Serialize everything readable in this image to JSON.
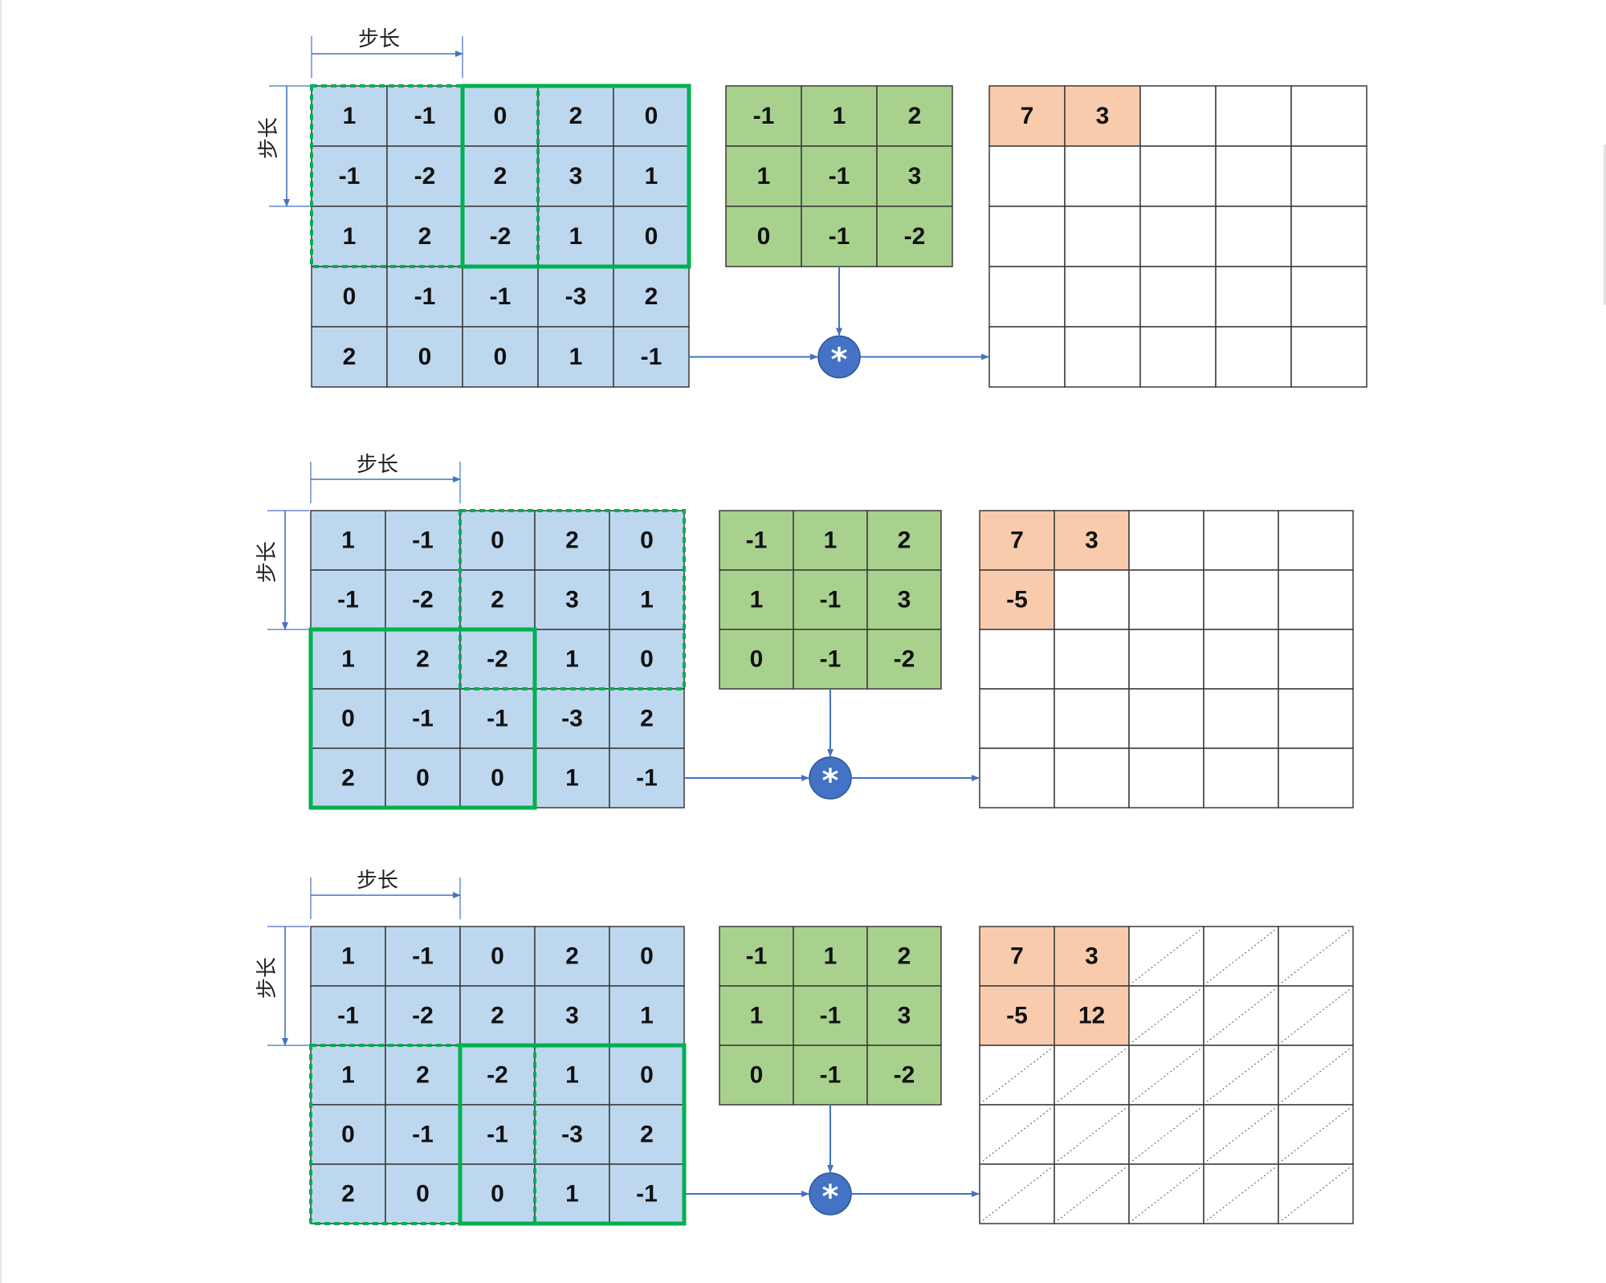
{
  "colors": {
    "input_fill": "#bdd7ee",
    "kernel_fill": "#a9d18e",
    "output_filled": "#f8cbad",
    "grid_line": "#3a3a3a",
    "window": "#00b050",
    "arrow": "#4472c4",
    "operator_fill": "#4472c4"
  },
  "operator_symbol": "*",
  "panels": [
    {
      "stride_label_h": "步长",
      "stride_label_v": "步长",
      "input": [
        [
          "1",
          "-1",
          "0",
          "2",
          "0"
        ],
        [
          "-1",
          "-2",
          "2",
          "3",
          "1"
        ],
        [
          "1",
          "2",
          "-2",
          "1",
          "0"
        ],
        [
          "0",
          "-1",
          "-1",
          "-3",
          "2"
        ],
        [
          "2",
          "0",
          "0",
          "1",
          "-1"
        ]
      ],
      "kernel": [
        [
          "-1",
          "1",
          "2"
        ],
        [
          "1",
          "-1",
          "3"
        ],
        [
          "0",
          "-1",
          "-2"
        ]
      ],
      "output": [
        [
          "7",
          "3",
          "",
          "",
          ""
        ],
        [
          "",
          "",
          "",
          "",
          ""
        ],
        [
          "",
          "",
          "",
          "",
          ""
        ],
        [
          "",
          "",
          "",
          "",
          ""
        ],
        [
          "",
          "",
          "",
          "",
          ""
        ]
      ],
      "filled_cells": [
        [
          0,
          0
        ],
        [
          0,
          1
        ]
      ],
      "windows": [
        {
          "style": "dashed",
          "row": 0,
          "col": 0
        },
        {
          "style": "solid",
          "row": 0,
          "col": 2
        }
      ],
      "hatched": false
    },
    {
      "stride_label_h": "步长",
      "stride_label_v": "步长",
      "input": [
        [
          "1",
          "-1",
          "0",
          "2",
          "0"
        ],
        [
          "-1",
          "-2",
          "2",
          "3",
          "1"
        ],
        [
          "1",
          "2",
          "-2",
          "1",
          "0"
        ],
        [
          "0",
          "-1",
          "-1",
          "-3",
          "2"
        ],
        [
          "2",
          "0",
          "0",
          "1",
          "-1"
        ]
      ],
      "kernel": [
        [
          "-1",
          "1",
          "2"
        ],
        [
          "1",
          "-1",
          "3"
        ],
        [
          "0",
          "-1",
          "-2"
        ]
      ],
      "output": [
        [
          "7",
          "3",
          "",
          "",
          ""
        ],
        [
          "-5",
          "",
          "",
          "",
          ""
        ],
        [
          "",
          "",
          "",
          "",
          ""
        ],
        [
          "",
          "",
          "",
          "",
          ""
        ],
        [
          "",
          "",
          "",
          "",
          ""
        ]
      ],
      "filled_cells": [
        [
          0,
          0
        ],
        [
          0,
          1
        ],
        [
          1,
          0
        ]
      ],
      "windows": [
        {
          "style": "dashed",
          "row": 0,
          "col": 2
        },
        {
          "style": "solid",
          "row": 2,
          "col": 0
        }
      ],
      "hatched": false
    },
    {
      "stride_label_h": "步长",
      "stride_label_v": "步长",
      "input": [
        [
          "1",
          "-1",
          "0",
          "2",
          "0"
        ],
        [
          "-1",
          "-2",
          "2",
          "3",
          "1"
        ],
        [
          "1",
          "2",
          "-2",
          "1",
          "0"
        ],
        [
          "0",
          "-1",
          "-1",
          "-3",
          "2"
        ],
        [
          "2",
          "0",
          "0",
          "1",
          "-1"
        ]
      ],
      "kernel": [
        [
          "-1",
          "1",
          "2"
        ],
        [
          "1",
          "-1",
          "3"
        ],
        [
          "0",
          "-1",
          "-2"
        ]
      ],
      "output": [
        [
          "7",
          "3",
          "",
          "",
          ""
        ],
        [
          "-5",
          "12",
          "",
          "",
          ""
        ],
        [
          "",
          "",
          "",
          "",
          ""
        ],
        [
          "",
          "",
          "",
          "",
          ""
        ],
        [
          "",
          "",
          "",
          "",
          ""
        ]
      ],
      "filled_cells": [
        [
          0,
          0
        ],
        [
          0,
          1
        ],
        [
          1,
          0
        ],
        [
          1,
          1
        ]
      ],
      "windows": [
        {
          "style": "dashed",
          "row": 2,
          "col": 0
        },
        {
          "style": "solid",
          "row": 2,
          "col": 2
        }
      ],
      "hatched": true
    }
  ]
}
